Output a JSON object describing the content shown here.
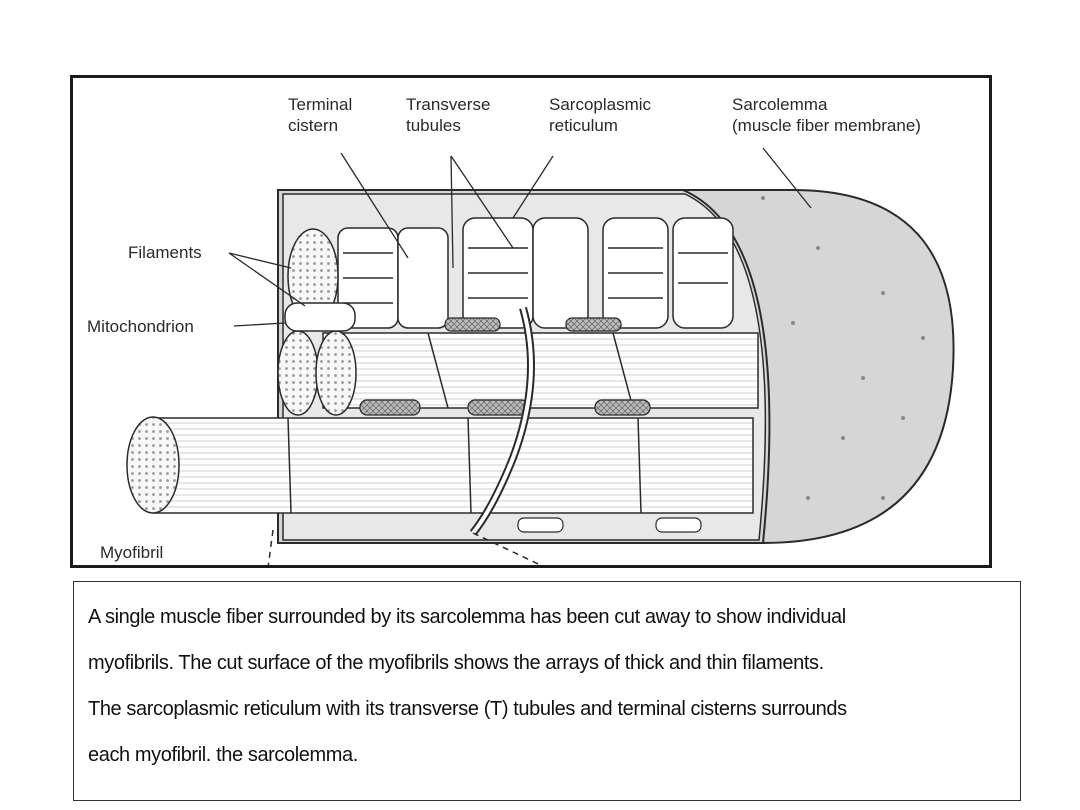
{
  "figure": {
    "labels": {
      "terminal_cistern": [
        "Terminal",
        "cistern"
      ],
      "transverse_tubules": [
        "Transverse",
        "tubules"
      ],
      "sarcoplasmic_reticulum": [
        "Sarcoplasmic",
        "reticulum"
      ],
      "sarcolemma": [
        "Sarcolemma",
        "(muscle fiber membrane)"
      ],
      "filaments": "Filaments",
      "mitochondrion": "Mitochondrion",
      "myofibril": "Myofibril"
    },
    "colors": {
      "outline": "#2a2a2a",
      "sarcolemma_fill": "#d6d6d6",
      "interior_fill": "#e6e6e6",
      "myofibril_fill": "#ffffff"
    }
  },
  "caption": {
    "lines": [
      "A single muscle fiber surrounded by its sarcolemma has been cut away to show individual",
      "myofibrils. The cut surface of the myofibrils shows the arrays of thick and thin filaments.",
      "The sarcoplasmic reticulum with its transverse (T) tubules and terminal cisterns surrounds",
      "each myofibril. the sarcolemma."
    ]
  }
}
